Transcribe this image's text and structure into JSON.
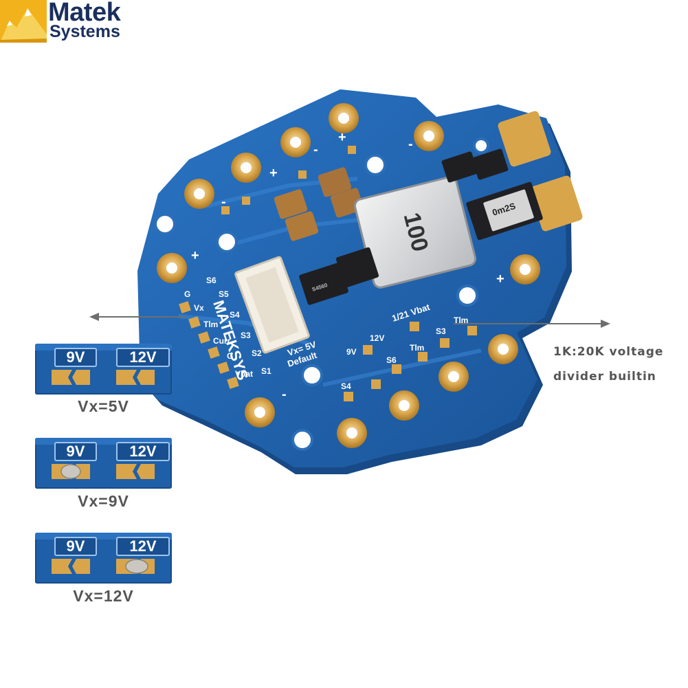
{
  "brand": {
    "name_line1": "Matek",
    "name_line2": "Systems"
  },
  "board_markings": {
    "inductor": "100",
    "vx_label": "Vx= 5V",
    "vx_default": "Default",
    "vbat_label": "1/21 Vbat",
    "brand_silk": "MATEKSYS",
    "ic_small": "S4560",
    "ic_right": "0m2S",
    "pins": [
      "S1",
      "S2",
      "S3",
      "S4",
      "S5",
      "S6",
      "G",
      "Vx",
      "Tlm",
      "Curr",
      "G",
      "Vbat",
      "Tlm",
      "S3",
      "Tlm",
      "S6",
      "S4",
      "9V",
      "12V"
    ],
    "polarity": [
      "+",
      "-",
      "+",
      "-",
      "+",
      "-",
      "+",
      "-"
    ]
  },
  "jumper_panels": [
    {
      "label_9v": "9V",
      "label_12v": "12V",
      "caption": "Vx=5V",
      "bridge": "none"
    },
    {
      "label_9v": "9V",
      "label_12v": "12V",
      "caption": "Vx=9V",
      "bridge": "9V"
    },
    {
      "label_9v": "9V",
      "label_12v": "12V",
      "caption": "Vx=12V",
      "bridge": "12V"
    }
  ],
  "annotations": {
    "right_note_line1": "1K:20K voltage",
    "right_note_line2": "divider builtin"
  },
  "colors": {
    "pcb_blue": "#1f5fa8",
    "pad_gold": "#d9a54a",
    "logo_navy": "#1b2f5e",
    "logo_gold": "#f2b21c"
  }
}
